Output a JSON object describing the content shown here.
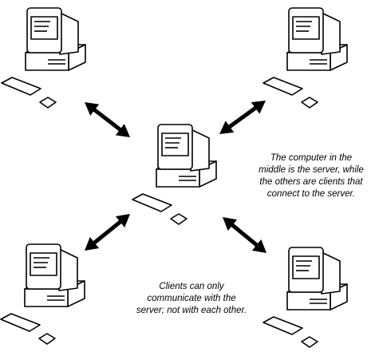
{
  "diagram": {
    "computers": [
      {
        "role": "client",
        "position": "top-left"
      },
      {
        "role": "client",
        "position": "top-right"
      },
      {
        "role": "server",
        "position": "center"
      },
      {
        "role": "client",
        "position": "bottom-left"
      },
      {
        "role": "client",
        "position": "bottom-right"
      }
    ],
    "connections": [
      {
        "from": "server",
        "to": "top-left client",
        "direction": "bidirectional"
      },
      {
        "from": "server",
        "to": "top-right client",
        "direction": "bidirectional"
      },
      {
        "from": "server",
        "to": "bottom-left client",
        "direction": "bidirectional"
      },
      {
        "from": "server",
        "to": "bottom-right client",
        "direction": "bidirectional"
      }
    ],
    "captions": {
      "server_note": [
        "The computer in the",
        "middle is the server, while",
        "the others are clients that",
        "connect to the server."
      ],
      "clients_note": [
        "Clients can only",
        "communicate with the",
        "server; not with each other."
      ]
    },
    "colors": {
      "line": "#000000",
      "fill": "#ffffff",
      "arrow": "#000000"
    }
  }
}
